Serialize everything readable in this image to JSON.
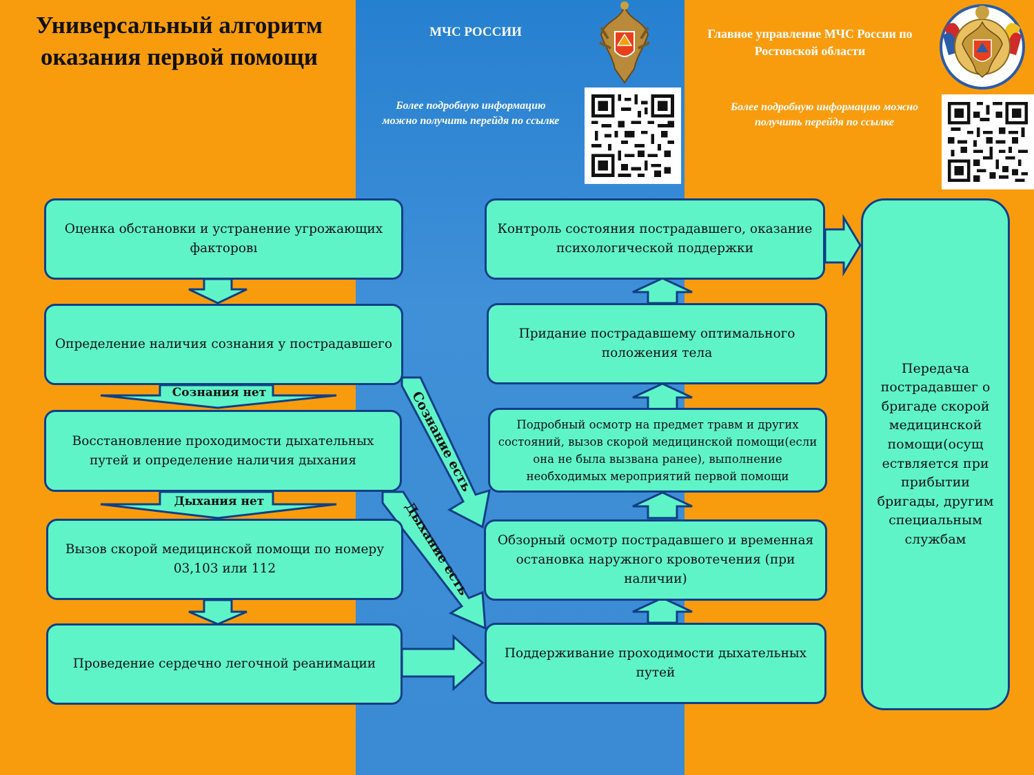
{
  "title": "Универсальный алгоритм оказания первой помощи",
  "header": {
    "org1": "МЧС РОССИИ",
    "org2": "Главное управление МЧС России по Ростовской области",
    "info1": "Более подробную информацию можно получить перейдя по ссылке",
    "info2": "Более подробную информацию можно получить перейдя по ссылке"
  },
  "left_steps": [
    "Оценка обстановки и устранение угрожающих факторовı",
    "Определение наличия сознания у пострадавшего",
    "Восстановление проходимости дыхательных путей и определение наличия дыхания",
    "Вызов скорой медицинской помощи по номеру 03,103 или 112",
    "Проведение сердечно легочной реанимации"
  ],
  "right_steps": [
    "Контроль состояния пострадавшего, оказание психологической поддержки",
    "Придание пострадавшему оптимального положения тела",
    "Подробный осмотр на предмет травм и других состояний, вызов скорой медицинской помощи(если она не была вызвана ранее), выполнение необходимых мероприятий первой помощи",
    "Обзорный осмотр пострадавшего и временная остановка наружного кровотечения (при наличии)",
    "Поддерживание проходимости дыхательных путей"
  ],
  "final_step": "Передача пострадавшег о бригаде скорой медицинской помощи(осущ ествляется при прибытии бригады, другим специальным службам",
  "arrow_labels": {
    "no_consciousness": "Сознания нет",
    "no_breathing": "Дыхания нет",
    "consciousness_yes": "Сознание есть",
    "breathing_yes": "Дыхание есть"
  },
  "colors": {
    "orange": "#f89c0e",
    "blue": "#3a8ad4",
    "box_fill": "#5ff4c8",
    "box_border": "#0f3f86"
  },
  "icons": {
    "emblem1": "mchs-emblem-icon",
    "emblem2": "rostov-mchs-emblem-icon",
    "qr": "qr-code-icon"
  }
}
